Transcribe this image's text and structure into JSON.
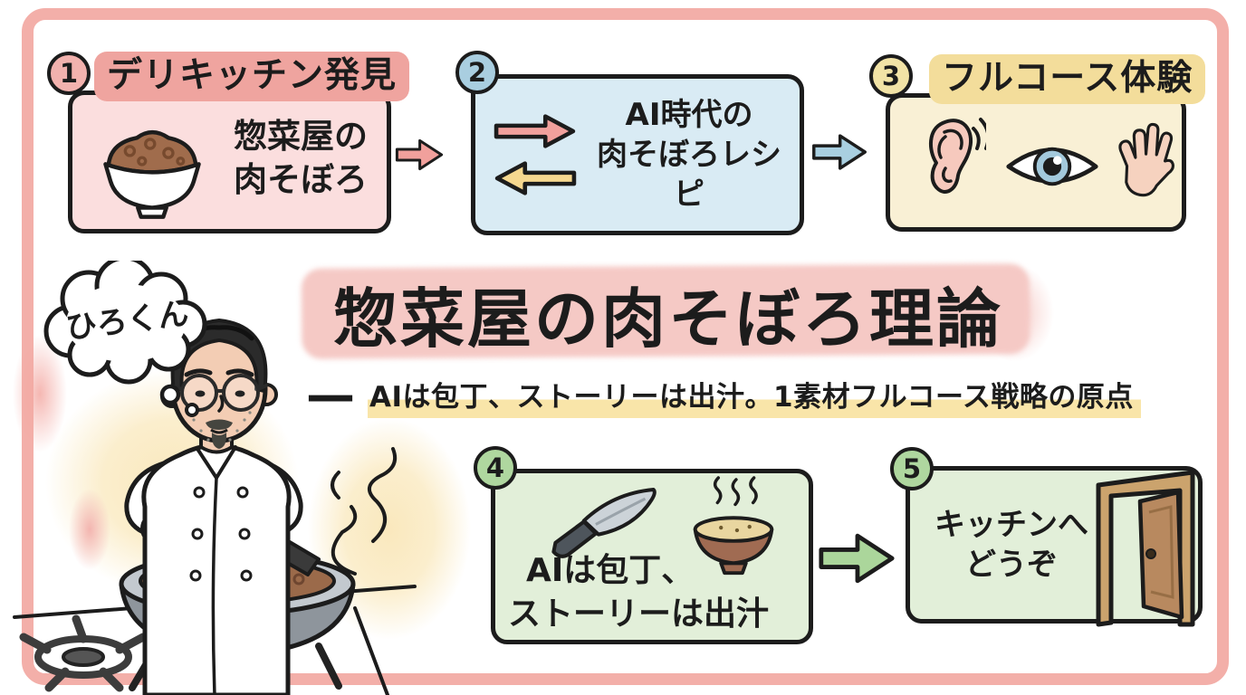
{
  "colors": {
    "ink": "#1c1c1c",
    "frame_pink": "#f2a8a2",
    "box1_fill": "#fbdede",
    "badge1_fill": "#f2b2ae",
    "title1_highlight": "#efa49f",
    "box2_fill": "#d9ebf4",
    "badge2_fill": "#a9cee0",
    "box3_fill": "#f9f0d5",
    "badge3_fill": "#f2e3a6",
    "title3_highlight": "#f3dd9b",
    "box45_fill": "#e2efd9",
    "badge45_fill": "#afd79f",
    "arrow_pink": "#f1a09c",
    "arrow_yellow": "#f6d88f",
    "arrow_blue": "#a9cfe0",
    "arrow_green": "#abd69b",
    "title_highlight": "#f5c9c5",
    "subtitle_highlight": "#f9e5a9"
  },
  "header_flow": {
    "step1": {
      "number": "1",
      "title": "デリキッチン発見",
      "line1": "惣菜屋の",
      "line2": "肉そぼろ"
    },
    "step2": {
      "number": "2",
      "line1": "AI時代の",
      "line2": "肉そぼろレシピ"
    },
    "step3": {
      "number": "3",
      "title": "フルコース体験"
    }
  },
  "center": {
    "thought_bubble": "ひろくん",
    "main_title": "惣菜屋の肉そぼろ理論",
    "subtitle_dash": "—",
    "subtitle": "AIは包丁、ストーリーは出汁。1素材フルコース戦略の原点"
  },
  "bottom_flow": {
    "step4": {
      "number": "4",
      "line1": "AIは包丁、",
      "line2": "ストーリーは出汁"
    },
    "step5": {
      "number": "5",
      "line1": "キッチンへ",
      "line2": "どうぞ"
    }
  }
}
